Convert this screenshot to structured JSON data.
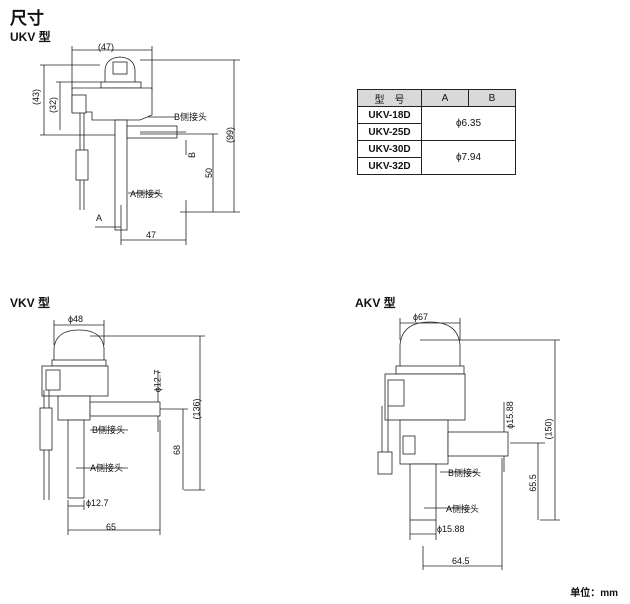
{
  "title": "尺寸",
  "unit_note": "单位：mm",
  "ukv": {
    "label": "UKV 型",
    "dim_width": "(47)",
    "dim_43": "(43)",
    "dim_32": "(32)",
    "dim_99": "(99)",
    "dim_50": "50",
    "dim_b": "B",
    "dim_a": "A",
    "dim_47": "47",
    "port_b": "B侧接头",
    "port_a": "A侧接头"
  },
  "table": {
    "headers": [
      "型　号",
      "A",
      "B"
    ],
    "rows": [
      {
        "model": "UKV-18D",
        "value": "ϕ6.35"
      },
      {
        "model": "UKV-25D",
        "value": ""
      },
      {
        "model": "UKV-30D",
        "value": "ϕ7.94"
      },
      {
        "model": "UKV-32D",
        "value": ""
      }
    ]
  },
  "vkv": {
    "label": "VKV 型",
    "dim_width": "ϕ48",
    "dim_pipe_b": "ϕ12.7",
    "dim_136": "(136)",
    "dim_68": "68",
    "dim_pipe_a": "ϕ12.7",
    "dim_65": "65",
    "port_b": "B侧接头",
    "port_a": "A侧接头"
  },
  "akv": {
    "label": "AKV 型",
    "dim_width": "ϕ67",
    "dim_pipe_b": "ϕ15.88",
    "dim_150": "(150)",
    "dim_655": "65.5",
    "dim_pipe_a": "ϕ15.88",
    "dim_645": "64.5",
    "port_b": "B侧接头",
    "port_a": "A侧接头"
  }
}
